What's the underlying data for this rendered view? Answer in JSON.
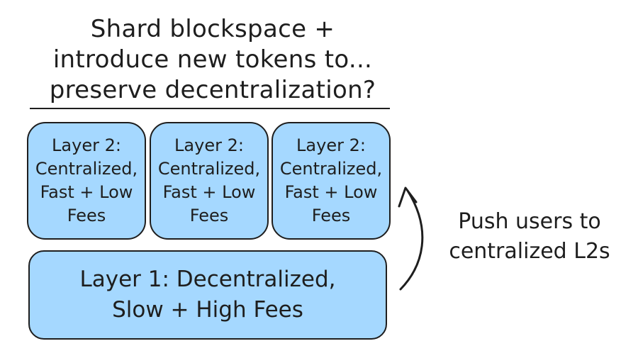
{
  "title": {
    "line1": "Shard blockspace +",
    "line2": "introduce new tokens to...",
    "line3": "preserve decentralization?"
  },
  "layer2_boxes": [
    {
      "line1": "Layer 2:",
      "line2": "Centralized,",
      "line3": "Fast + Low",
      "line4": "Fees"
    },
    {
      "line1": "Layer 2:",
      "line2": "Centralized,",
      "line3": "Fast + Low",
      "line4": "Fees"
    },
    {
      "line1": "Layer 2:",
      "line2": "Centralized,",
      "line3": "Fast + Low",
      "line4": "Fees"
    }
  ],
  "layer1_box": {
    "line1": "Layer 1: Decentralized,",
    "line2": "Slow + High Fees"
  },
  "side_label": {
    "line1": "Push users to",
    "line2": "centralized L2s"
  },
  "colors": {
    "box_fill": "#a5d8ff",
    "stroke": "#1e1e1e",
    "background": "#ffffff"
  }
}
